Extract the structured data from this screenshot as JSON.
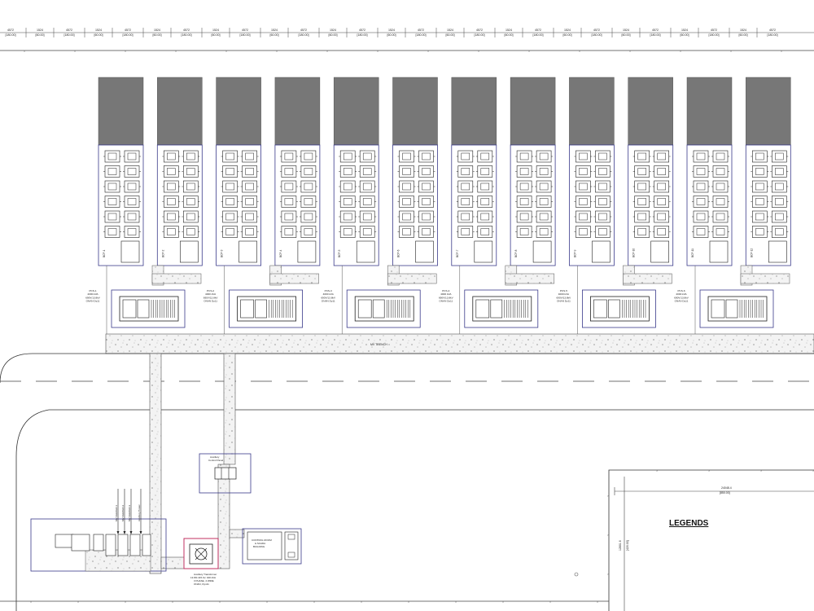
{
  "top_dimensions": {
    "segments": [
      {
        "mm": "4572",
        "ft": "[180.00]"
      },
      {
        "mm": "1524",
        "ft": "[60.00]"
      },
      {
        "mm": "4572",
        "ft": "[180.00]"
      },
      {
        "mm": "1524",
        "ft": "[60.00]"
      },
      {
        "mm": "4572",
        "ft": "[180.00]"
      },
      {
        "mm": "1524",
        "ft": "[60.00]"
      },
      {
        "mm": "4572",
        "ft": "[180.00]"
      },
      {
        "mm": "1524",
        "ft": "[60.00]"
      },
      {
        "mm": "4572",
        "ft": "[180.00]"
      },
      {
        "mm": "1524",
        "ft": "[60.00]"
      },
      {
        "mm": "4572",
        "ft": "[180.00]"
      },
      {
        "mm": "1524",
        "ft": "[60.00]"
      },
      {
        "mm": "4572",
        "ft": "[180.00]"
      },
      {
        "mm": "1524",
        "ft": "[60.00]"
      },
      {
        "mm": "4572",
        "ft": "[180.00]"
      },
      {
        "mm": "1524",
        "ft": "[60.00]"
      },
      {
        "mm": "4572",
        "ft": "[180.00]"
      },
      {
        "mm": "1524",
        "ft": "[60.00]"
      },
      {
        "mm": "4572",
        "ft": "[180.00]"
      },
      {
        "mm": "1524",
        "ft": "[60.00]"
      },
      {
        "mm": "4572",
        "ft": "[180.00]"
      },
      {
        "mm": "1524",
        "ft": "[60.00]"
      },
      {
        "mm": "4572",
        "ft": "[180.00]"
      },
      {
        "mm": "1524",
        "ft": "[60.00]"
      },
      {
        "mm": "4572",
        "ft": "[180.00]"
      },
      {
        "mm": "1524",
        "ft": "[60.00]"
      },
      {
        "mm": "4572",
        "ft": "[180.00]"
      }
    ]
  },
  "bess_units": [
    {
      "label": "BCP-1"
    },
    {
      "label": "BCP-2"
    },
    {
      "label": "BCP-3"
    },
    {
      "label": "BCP-4"
    },
    {
      "label": "BCP-5"
    },
    {
      "label": "BCP-6"
    },
    {
      "label": "BCP-7"
    },
    {
      "label": "BCP-8"
    },
    {
      "label": "BCP-9"
    },
    {
      "label": "BCP-10"
    },
    {
      "label": "BCP-11"
    },
    {
      "label": "BCP-12"
    }
  ],
  "pcs_units": [
    {
      "lines": [
        "PCS-1",
        "4000 kVA",
        "690V/13.8kV",
        "ONAN Dy11"
      ]
    },
    {
      "lines": [
        "PCS-2",
        "4000 kVA",
        "690V/13.8kV",
        "ONAN Dy11"
      ]
    },
    {
      "lines": [
        "PCS-3",
        "4000 kVA",
        "690V/13.8kV",
        "ONAN Dy11"
      ]
    },
    {
      "lines": [
        "PCS-4",
        "4000 kVA",
        "690V/13.8kV",
        "ONAN Dy11"
      ]
    },
    {
      "lines": [
        "PCS-5",
        "4000 kVA",
        "690V/13.8kV",
        "ONAN Dy11"
      ]
    },
    {
      "lines": [
        "PCS-6",
        "4000 kVA",
        "690V/13.8kV",
        "ONAN Dy11"
      ]
    }
  ],
  "trench_label": "MV TRENCH",
  "aux_control_panel": {
    "label": [
      "Auxiliary",
      "Control Panel"
    ]
  },
  "aux_transformer": {
    "label": [
      "Auxiliary Transformer",
      "13.8/0.415 kV, 400 kVA",
      "3 PHASE, 4 WIRE",
      "ONAN, Dyn11"
    ]
  },
  "rmu_feeders": [
    "MV FEEDER-1",
    "MV FEEDER-2",
    "MV FEEDER-3",
    "Auxiliary Power"
  ],
  "control_room": {
    "label": [
      "CONTROL ROOM",
      "& SCADA",
      "BUILDING"
    ]
  },
  "plot_dimensions": {
    "width_mm": "24048.4",
    "width_ft": "[850.00]",
    "height_mm": "12801.6",
    "height_ft": "[420.00]"
  },
  "legend": {
    "title": "LEGENDS"
  },
  "colors": {
    "line": "#333333",
    "panel_border": "#3a3a8a",
    "battery_fill": "#777777",
    "transformer_accent": "#c03060"
  }
}
